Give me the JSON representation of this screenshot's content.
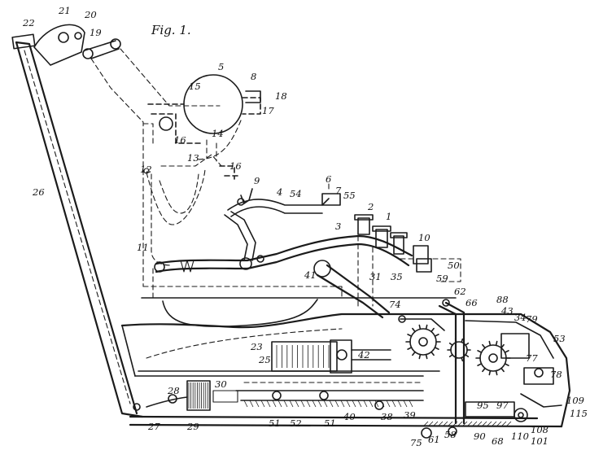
{
  "figure": {
    "title": "Fig. 1.",
    "labels": [
      {
        "text": "22"
      },
      {
        "text": "21"
      },
      {
        "text": "20"
      },
      {
        "text": "19"
      },
      {
        "text": "5"
      },
      {
        "text": "8"
      },
      {
        "text": "15"
      },
      {
        "text": "18"
      },
      {
        "text": "17"
      },
      {
        "text": "16"
      },
      {
        "text": "14"
      },
      {
        "text": "13"
      },
      {
        "text": "12"
      },
      {
        "text": "16"
      },
      {
        "text": "9"
      },
      {
        "text": "6"
      },
      {
        "text": "7"
      },
      {
        "text": "4"
      },
      {
        "text": "54"
      },
      {
        "text": "55"
      },
      {
        "text": "26"
      },
      {
        "text": "2"
      },
      {
        "text": "1"
      },
      {
        "text": "3"
      },
      {
        "text": "10"
      },
      {
        "text": "11"
      },
      {
        "text": "41"
      },
      {
        "text": "50"
      },
      {
        "text": "31"
      },
      {
        "text": "35"
      },
      {
        "text": "59"
      },
      {
        "text": "62"
      },
      {
        "text": "66"
      },
      {
        "text": "88"
      },
      {
        "text": "74"
      },
      {
        "text": "43"
      },
      {
        "text": "34"
      },
      {
        "text": "79"
      },
      {
        "text": "53"
      },
      {
        "text": "23"
      },
      {
        "text": "25"
      },
      {
        "text": "42"
      },
      {
        "text": "77"
      },
      {
        "text": "78"
      },
      {
        "text": "109"
      },
      {
        "text": "115"
      },
      {
        "text": "28"
      },
      {
        "text": "30"
      },
      {
        "text": "27"
      },
      {
        "text": "29"
      },
      {
        "text": "51"
      },
      {
        "text": "52"
      },
      {
        "text": "51"
      },
      {
        "text": "40"
      },
      {
        "text": "38"
      },
      {
        "text": "39"
      },
      {
        "text": "75"
      },
      {
        "text": "61"
      },
      {
        "text": "58"
      },
      {
        "text": "90"
      },
      {
        "text": "68"
      },
      {
        "text": "110"
      },
      {
        "text": "108"
      },
      {
        "text": "101"
      },
      {
        "text": "95"
      },
      {
        "text": "97"
      }
    ]
  }
}
